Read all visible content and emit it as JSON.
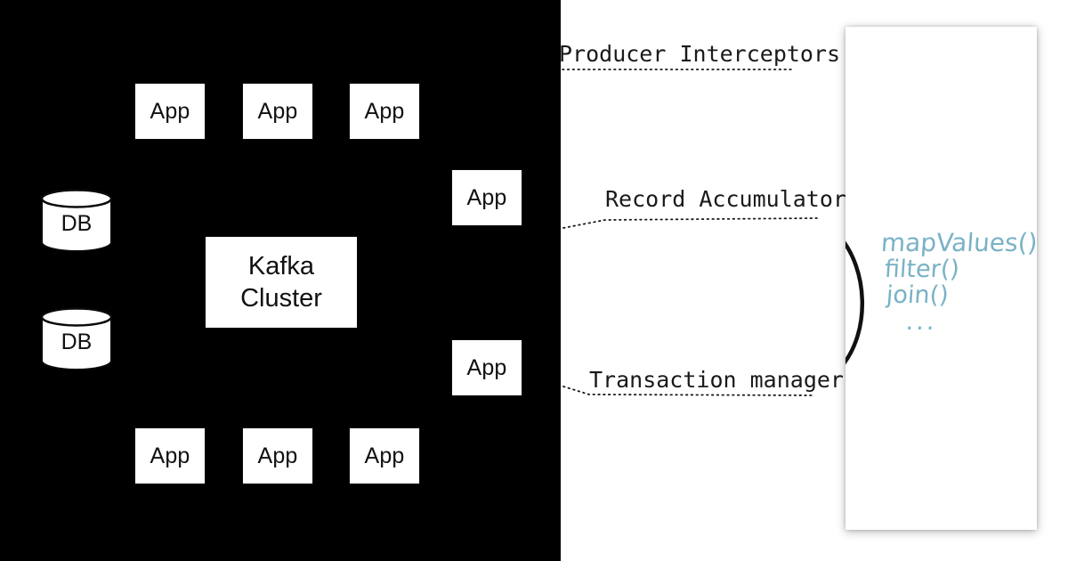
{
  "diagram": {
    "title": "Kafka Cluster architecture with apps, databases and producer internals annotations",
    "left_panel": {
      "background_color": "#000000",
      "center_node": {
        "name": "Kafka Cluster",
        "line1": "Kafka",
        "line2": "Cluster"
      },
      "apps_top": [
        {
          "label": "App"
        },
        {
          "label": "App"
        },
        {
          "label": "App"
        }
      ],
      "apps_right": [
        {
          "label": "App"
        },
        {
          "label": "App"
        }
      ],
      "apps_bottom": [
        {
          "label": "App"
        },
        {
          "label": "App"
        },
        {
          "label": "App"
        }
      ],
      "databases": [
        {
          "label": "DB"
        },
        {
          "label": "DB"
        }
      ]
    },
    "right_panel": {
      "background_color": "#ffffff",
      "annotations": [
        {
          "label": "Producer Interceptors"
        },
        {
          "label": "Record Accumulator"
        },
        {
          "label": "Transaction manager"
        }
      ],
      "card": {
        "accent_color": "#79b2c6",
        "bracket_glyph": ")",
        "handwritten_lines": [
          {
            "text": "mapValues()"
          },
          {
            "text": "filter()"
          },
          {
            "text": "join()"
          },
          {
            "text": "..."
          }
        ]
      }
    }
  }
}
